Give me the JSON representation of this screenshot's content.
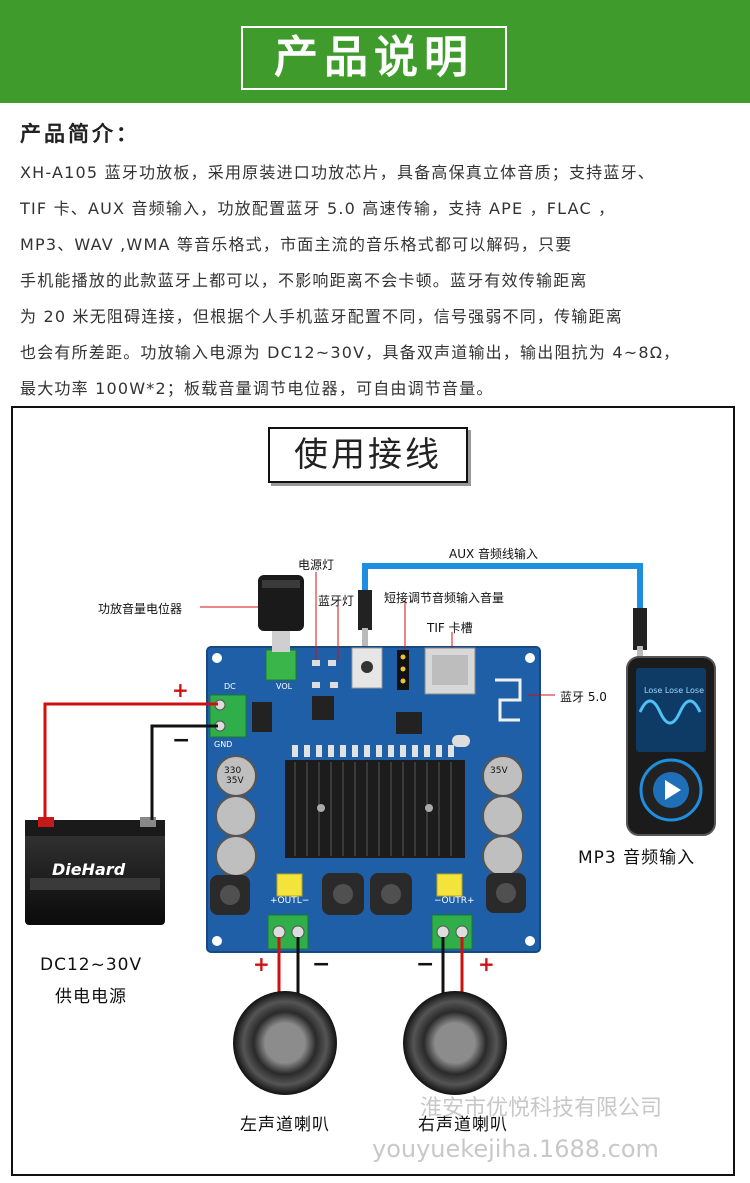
{
  "header": {
    "title": "产品说明"
  },
  "intro": {
    "heading": "产品简介：",
    "lines": [
      "XH-A105 蓝牙功放板，采用原装进口功放芯片，具备高保真立体音质；支持蓝牙、",
      "TIF 卡、AUX 音频输入，功放配置蓝牙 5.0 高速传输，支持 APE ，FLAC ，",
      " MP3、WAV ,WMA 等音乐格式，市面主流的音乐格式都可以解码，只要",
      "手机能播放的此款蓝牙上都可以，不影响距离不会卡顿。蓝牙有效传输距离",
      "为 20 米无阻碍连接，但根据个人手机蓝牙配置不同，信号强弱不同，传输距离",
      "也会有所差距。功放输入电源为 DC12~30V，具备双声道输出，输出阻抗为 4~8Ω，",
      "最大功率 100W*2；板载音量调节电位器，可自由调节音量。"
    ]
  },
  "wiring": {
    "title": "使用接线",
    "labels": {
      "power_led": "电源灯",
      "aux_input": "AUX 音频线输入",
      "bt_led": "蓝牙灯",
      "short_volume": "短接调节音频输入音量",
      "potentiometer": "功放音量电位器",
      "tif_slot": "TIF 卡槽",
      "bluetooth": "蓝牙 5.0",
      "mp3_input": "MP3 音频输入",
      "power_spec": "DC12~30V",
      "power_supply": "供电电源",
      "left_speaker": "左声道喇叭",
      "right_speaker": "右声道喇叭"
    },
    "signs": {
      "plus": "+",
      "minus": "−"
    },
    "board_marks": {
      "dc": "DC",
      "gnd": "GND",
      "vol": "VOL",
      "outl": "+OUTL−",
      "outr": "−OUTR+",
      "cap_value": "330",
      "cap_volt": "35V"
    },
    "battery_brand": "DieHard",
    "phone_screen": "Lose Lose Lose"
  },
  "watermark": {
    "company": "淮安市优悦科技有限公司",
    "site": "youyuekejiha.1688.com"
  },
  "colors": {
    "banner": "#3f9b2c",
    "board": "#1f5fa8",
    "wire_red": "#d01010",
    "wire_black": "#111111",
    "aux_cable": "#1e8fe0"
  }
}
